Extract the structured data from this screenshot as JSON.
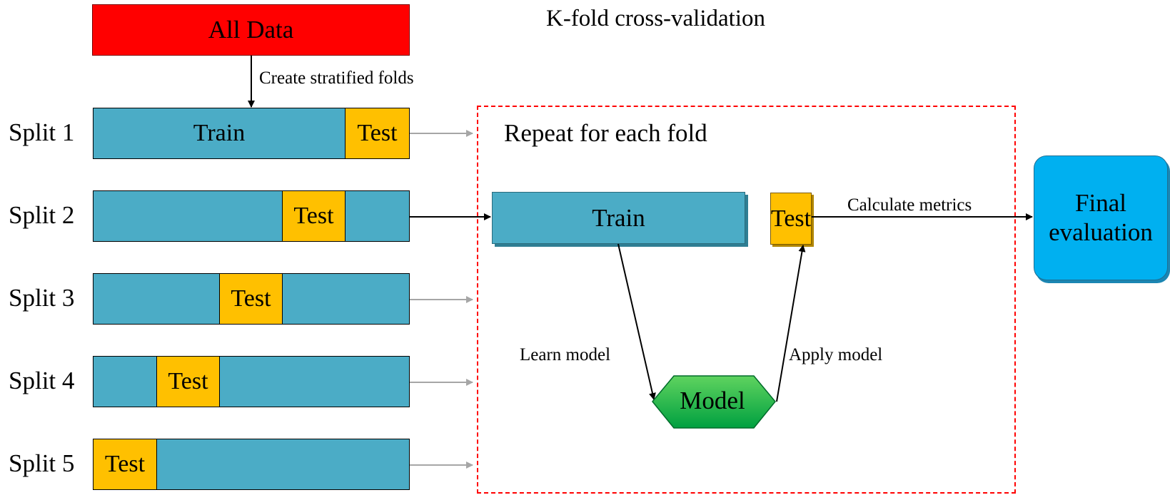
{
  "title": "K-fold cross-validation",
  "all_data_label": "All Data",
  "create_folds_label": "Create stratified folds",
  "splits": [
    {
      "label": "Split 1",
      "train_label": "Train",
      "test_label": "Test",
      "test_fold": 5
    },
    {
      "label": "Split 2",
      "train_label": "",
      "test_label": "Test",
      "test_fold": 4
    },
    {
      "label": "Split 3",
      "train_label": "",
      "test_label": "Test",
      "test_fold": 3
    },
    {
      "label": "Split 4",
      "train_label": "",
      "test_label": "Test",
      "test_fold": 2
    },
    {
      "label": "Split 5",
      "train_label": "",
      "test_label": "Test",
      "test_fold": 1
    }
  ],
  "repeat_label": "Repeat for each fold",
  "train_label": "Train",
  "test_label": "Test",
  "calc_metrics_label": "Calculate metrics",
  "final_eval_label": "Final evaluation",
  "learn_model_label": "Learn model",
  "apply_model_label": "Apply model",
  "model_label": "Model",
  "colors": {
    "all_data": "#ff0000",
    "train": "#4bacc6",
    "test": "#ffc000",
    "model": "#00b050",
    "final_eval": "#00b0f0",
    "repeat_border": "#ff0000"
  }
}
